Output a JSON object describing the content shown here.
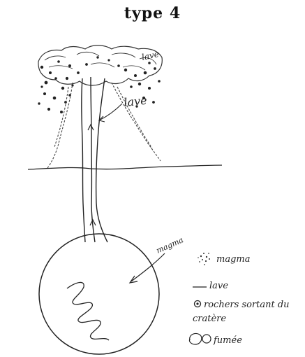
{
  "title": "type 4",
  "labels": {
    "lava_cloud": "lave",
    "lava_arrow": "lave",
    "magma_arrow": "magma"
  },
  "legend": {
    "magma": "magma",
    "lave": "lave",
    "rochers": "rochers sortant du",
    "rochers_line2": "cratère",
    "fumee": "fumée"
  },
  "colors": {
    "ink": "#222222",
    "paper": "#ffffff"
  }
}
